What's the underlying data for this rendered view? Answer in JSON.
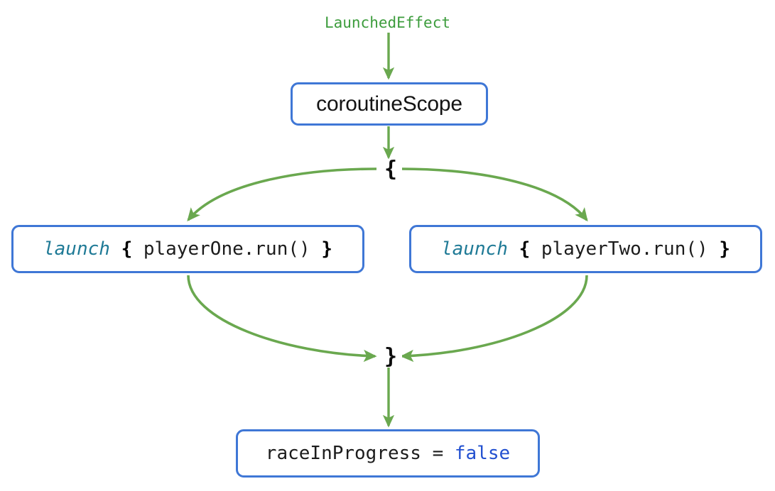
{
  "diagram": {
    "title_label": "LaunchedEffect",
    "colors": {
      "arrow_green": "#6aa84f",
      "box_border_blue": "#3f77d6",
      "keyword_teal": "#1f7a96",
      "literal_blue": "#2250d0",
      "label_green": "#3c9c3c",
      "text_black": "#1c1c1c",
      "background": "#ffffff"
    },
    "nodes": {
      "coroutine_scope": {
        "text": "coroutineScope"
      },
      "open_brace": {
        "text": "{"
      },
      "launch_left": {
        "keyword": "launch",
        "open_brace": "{",
        "body": "playerOne.run()",
        "close_brace": "}"
      },
      "launch_right": {
        "keyword": "launch",
        "open_brace": "{",
        "body": "playerTwo.run()",
        "close_brace": "}"
      },
      "close_brace": {
        "text": "}"
      },
      "race_in_progress": {
        "assignment": "raceInProgress = ",
        "value": "false"
      }
    },
    "edges": [
      {
        "from": "LaunchedEffect",
        "to": "coroutineScope",
        "kind": "straight-down"
      },
      {
        "from": "coroutineScope",
        "to": "{",
        "kind": "straight-down"
      },
      {
        "from": "{",
        "to": "launch { playerOne.run() }",
        "kind": "curve-left-down"
      },
      {
        "from": "{",
        "to": "launch { playerTwo.run() }",
        "kind": "curve-right-down"
      },
      {
        "from": "launch { playerOne.run() }",
        "to": "}",
        "kind": "curve-down-right"
      },
      {
        "from": "launch { playerTwo.run() }",
        "to": "}",
        "kind": "curve-down-left"
      },
      {
        "from": "}",
        "to": "raceInProgress = false",
        "kind": "straight-down"
      }
    ]
  }
}
